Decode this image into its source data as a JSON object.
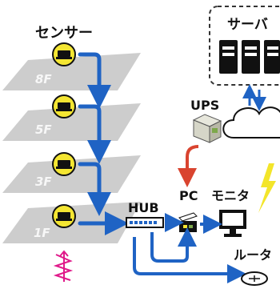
{
  "labels": {
    "sensor": "センサー",
    "server": "サーバ",
    "ups": "UPS",
    "hub": "HUB",
    "pc": "PC",
    "monitor": "モニタ",
    "router": "ルータ"
  },
  "floors": [
    "8F",
    "5F",
    "3F",
    "1F"
  ],
  "colors": {
    "floor": "#c8c8c8",
    "arrow_blue": "#1f63c4",
    "arrow_red": "#d9442f",
    "sensor_yellow": "#f4e632",
    "lightning": "#f3e52a",
    "wave": "#e0198a",
    "server_box_border": "#333333"
  },
  "icons": [
    "sensor-icon",
    "server-icon",
    "ups-icon",
    "cloud-icon",
    "hub-icon",
    "pc-icon",
    "monitor-icon",
    "router-icon",
    "lightning-icon",
    "wave-icon"
  ]
}
